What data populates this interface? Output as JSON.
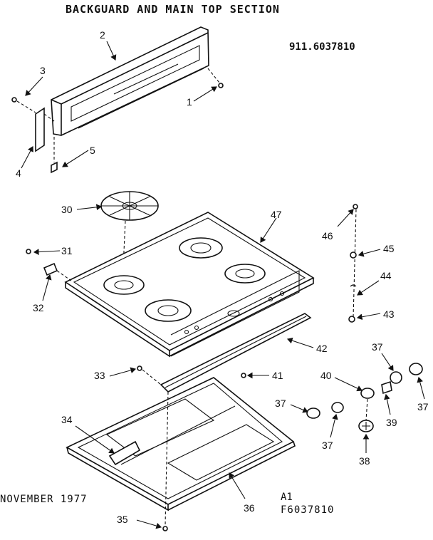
{
  "header": {
    "title": "BACKGUARD AND MAIN TOP SECTION",
    "model": "911.6037810"
  },
  "footer": {
    "date": "NOVEMBER 1977",
    "ref_line1": "A1",
    "ref_line2": "F6037810"
  },
  "callouts": {
    "c1": "1",
    "c2": "2",
    "c3": "3",
    "c4": "4",
    "c5": "5",
    "c30": "30",
    "c31": "31",
    "c32": "32",
    "c33": "33",
    "c34": "34",
    "c35": "35",
    "c36": "36",
    "c37a": "37",
    "c37b": "37",
    "c37c": "37",
    "c37d": "37",
    "c38": "38",
    "c39": "39",
    "c40": "40",
    "c41": "41",
    "c42": "42",
    "c43": "43",
    "c44": "44",
    "c45": "45",
    "c46": "46",
    "c47": "47"
  }
}
